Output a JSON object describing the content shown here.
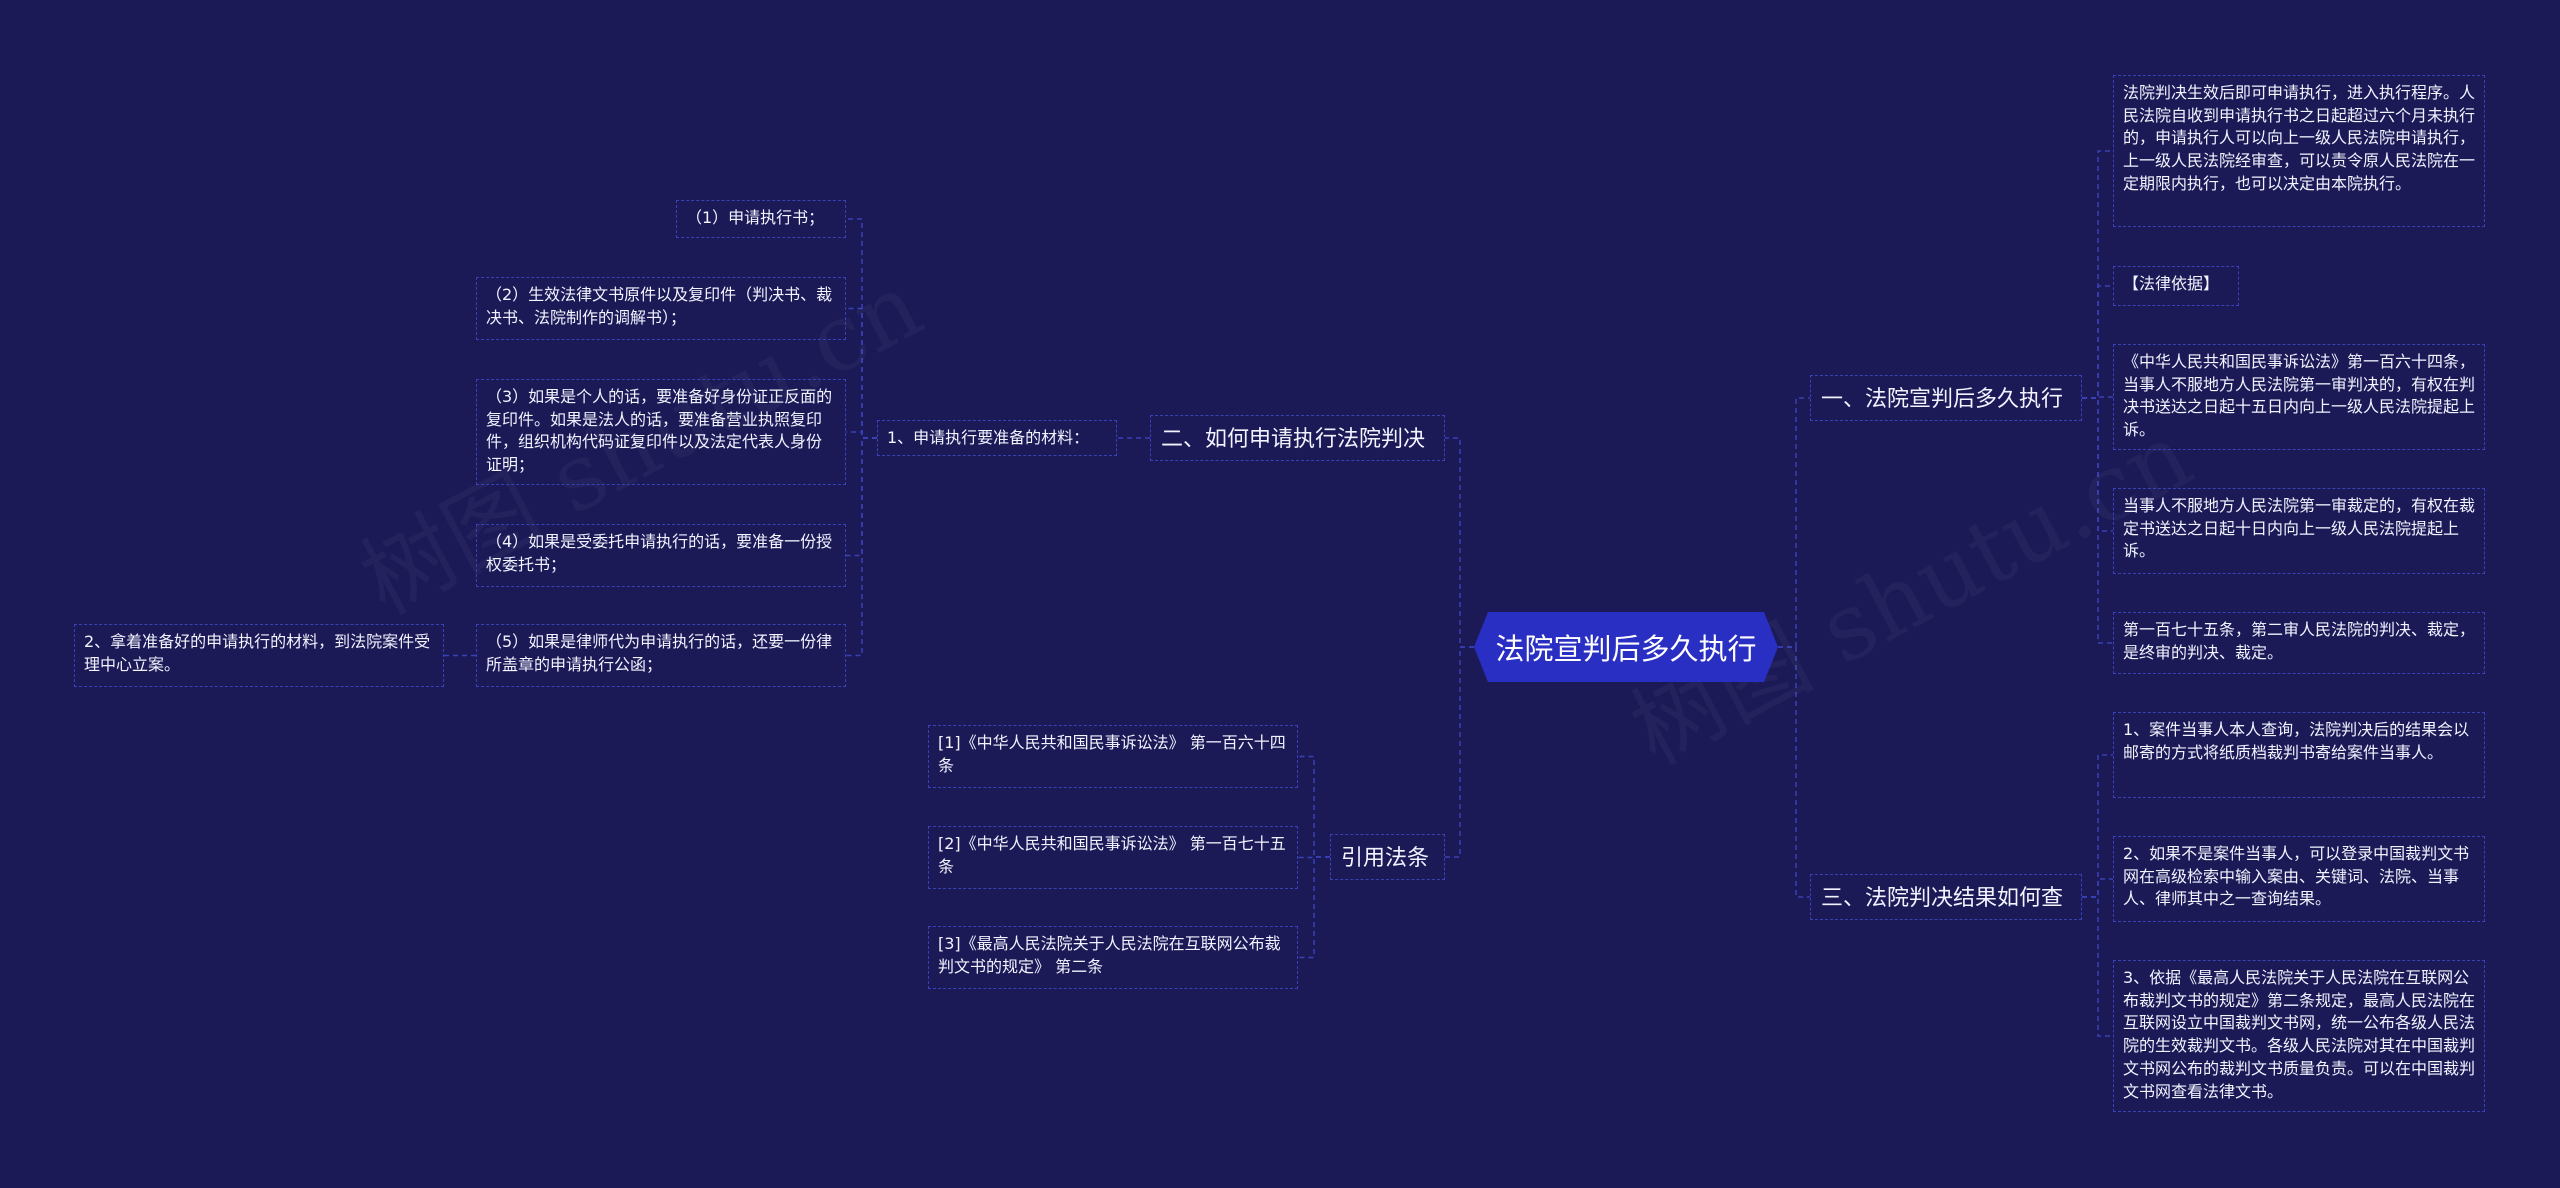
{
  "root": {
    "label": "法院宣判后多久执行"
  },
  "branches": {
    "b1": {
      "label": "一、法院宣判后多久执行"
    },
    "b2": {
      "label": "二、如何申请执行法院判决"
    },
    "b3": {
      "label": "三、法院判决结果如何查"
    },
    "b4": {
      "label": "引用法条"
    }
  },
  "b1_items": [
    "法院判决生效后即可申请执行，进入执行程序。人民法院自收到申请执行书之日起超过六个月未执行的，申请执行人可以向上一级人民法院申请执行，上一级人民法院经审查，可以责令原人民法院在一定期限内执行，也可以决定由本院执行。",
    "【法律依据】",
    "《中华人民共和国民事诉讼法》第一百六十四条，当事人不服地方人民法院第一审判决的，有权在判决书送达之日起十五日内向上一级人民法院提起上诉。",
    "当事人不服地方人民法院第一审裁定的，有权在裁定书送达之日起十日内向上一级人民法院提起上诉。",
    "第一百七十五条，第二审人民法院的判决、裁定，是终审的判决、裁定。"
  ],
  "b3_items": [
    "1、案件当事人本人查询，法院判决后的结果会以邮寄的方式将纸质档裁判书寄给案件当事人。",
    "2、如果不是案件当事人，可以登录中国裁判文书网在高级检索中输入案由、关键词、法院、当事人、律师其中之一查询结果。",
    "3、依据《最高人民法院关于人民法院在互联网公布裁判文书的规定》第二条规定，最高人民法院在互联网设立中国裁判文书网，统一公布各级人民法院的生效裁判文书。各级人民法院对其在中国裁判文书网公布的裁判文书质量负责。可以在中国裁判文书网查看法律文书。"
  ],
  "b2_sub": {
    "label": "1、申请执行要准备的材料："
  },
  "b2_items": [
    "（1）申请执行书；",
    "（2）生效法律文书原件以及复印件（判决书、裁决书、法院制作的调解书）；",
    "（3）如果是个人的话，要准备好身份证正反面的复印件。如果是法人的话，要准备营业执照复印件，组织机构代码证复印件以及法定代表人身份证明；",
    "（4）如果是受委托申请执行的话，要准备一份授权委托书；",
    "（5）如果是律师代为申请执行的话，还要一份律所盖章的申请执行公函；"
  ],
  "b2_extra": {
    "label": "2、拿着准备好的申请执行的材料，到法院案件受理中心立案。"
  },
  "b4_items": [
    "[1]《中华人民共和国民事诉讼法》 第一百六十四条",
    "[2]《中华人民共和国民事诉讼法》 第一百七十五条",
    "[3]《最高人民法院关于人民法院在互联网公布裁判文书的规定》 第二条"
  ],
  "watermark": [
    "树图 shutu.cn",
    "树图 shutu.cn"
  ],
  "colors": {
    "background": "#1b1a57",
    "root": "#2a2fc3",
    "border": "#3a41b8",
    "connector": "#3a41b8"
  }
}
